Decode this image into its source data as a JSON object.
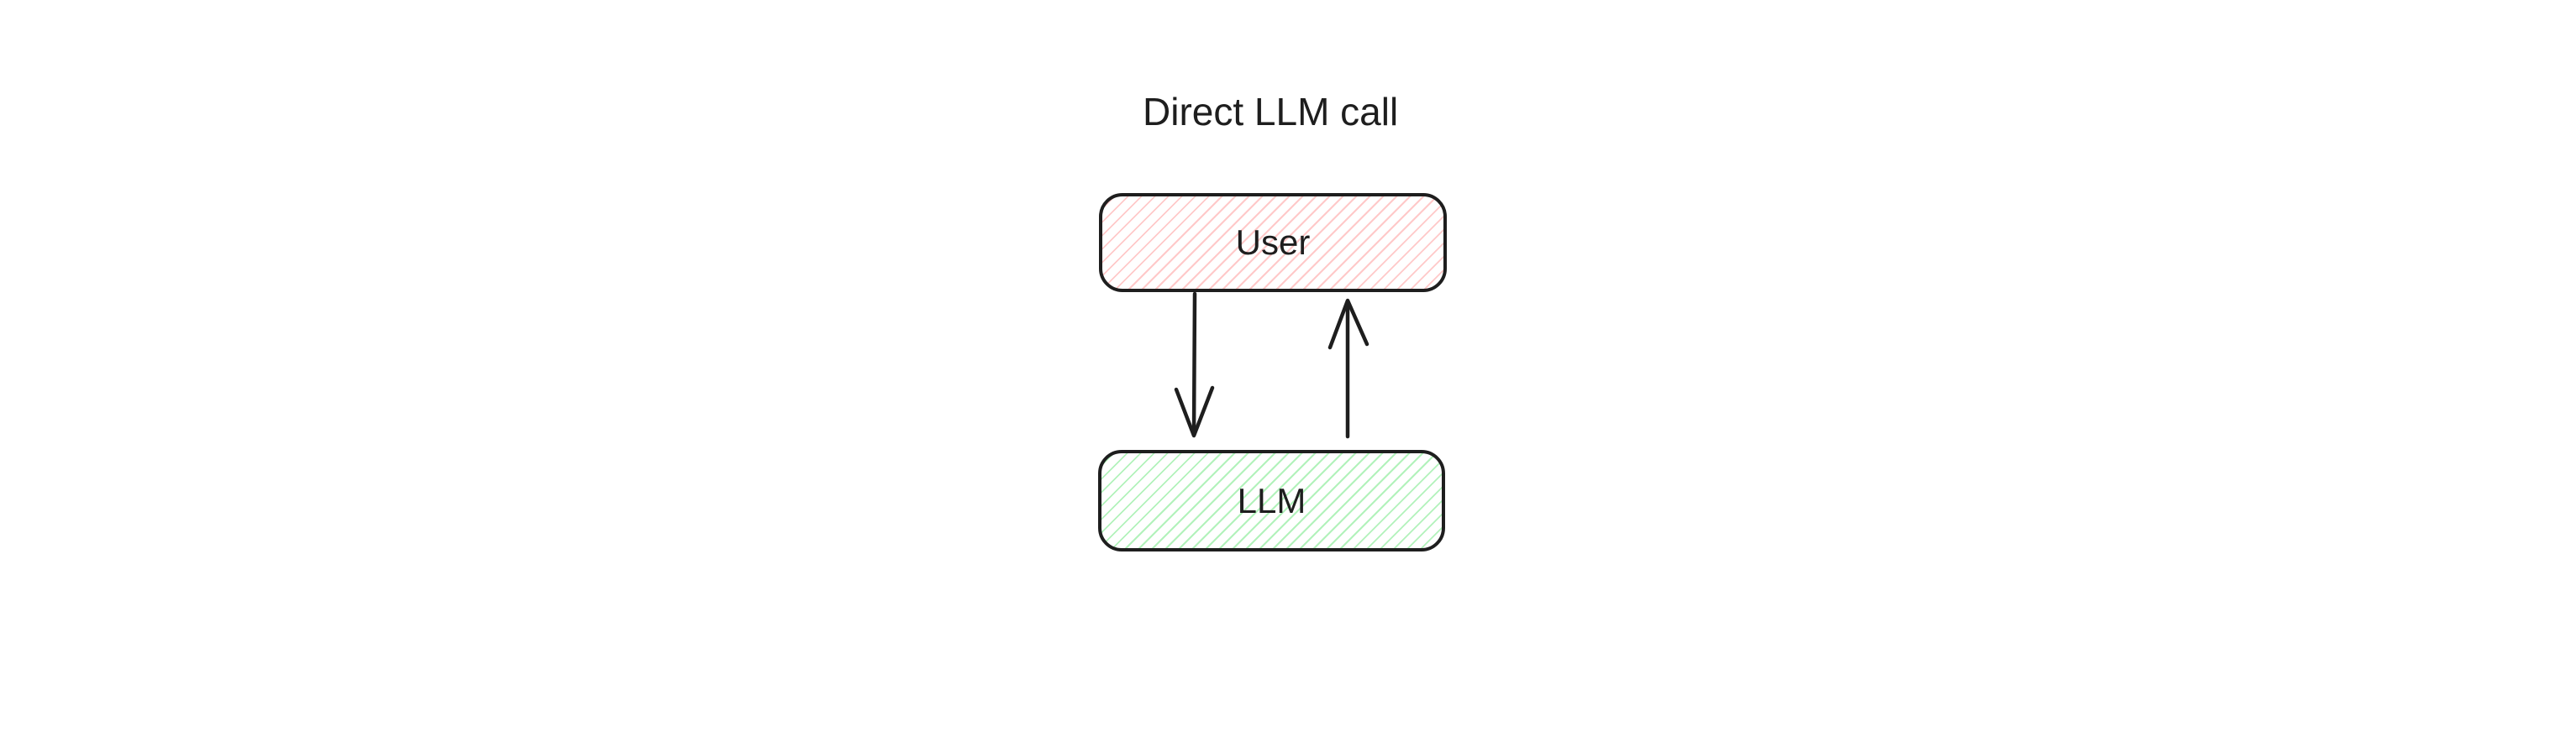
{
  "diagram": {
    "title": "Direct LLM call",
    "nodes": [
      {
        "id": "user",
        "label": "User",
        "hatch_color": "#ffc9c9"
      },
      {
        "id": "llm",
        "label": "LLM",
        "hatch_color": "#b2f2bb"
      }
    ],
    "edges": [
      {
        "from": "user",
        "to": "llm",
        "direction": "down"
      },
      {
        "from": "llm",
        "to": "user",
        "direction": "up"
      }
    ],
    "colors": {
      "background": "#ffffff",
      "stroke": "#1e1e1e",
      "text": "#1e1e1e",
      "red_hatch": "#ffc9c9",
      "green_hatch": "#b2f2bb"
    }
  }
}
